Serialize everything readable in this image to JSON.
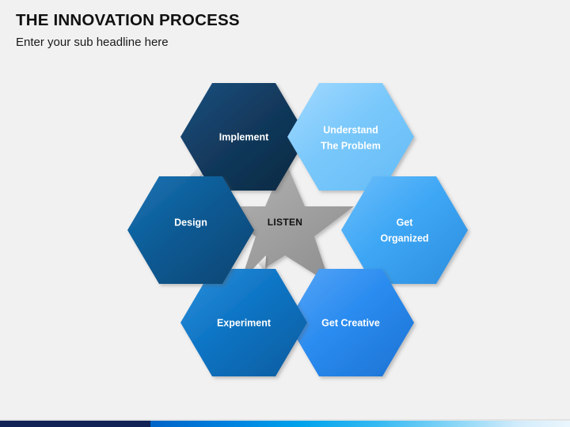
{
  "header": {
    "title": "THE INNOVATION PROCESS",
    "subtitle": "Enter your sub headline here"
  },
  "diagram": {
    "center": {
      "label": "LISTEN",
      "shape": "six-pointed-star",
      "fill": "#a6a6a6",
      "text_color": "#111111"
    },
    "nodes": [
      {
        "id": "implement",
        "label": "Implement",
        "lines": [
          "Implement"
        ],
        "color": "#123a5e",
        "color_light": "#1d5080",
        "color_dark": "#0c2841",
        "position": "top-left"
      },
      {
        "id": "understand-the-problem",
        "label": "Understand The Problem",
        "lines": [
          "Understand",
          "The Problem"
        ],
        "color": "#7ac8fb",
        "color_light": "#a3daff",
        "color_dark": "#57b4ee",
        "position": "top-right"
      },
      {
        "id": "get-organized",
        "label": "Get Organized",
        "lines": [
          "Get",
          "Organized"
        ],
        "color": "#3ea7f5",
        "color_light": "#6dbefa",
        "color_dark": "#2b8ddd",
        "position": "right"
      },
      {
        "id": "get-creative",
        "label": "Get Creative",
        "lines": [
          "Get Creative"
        ],
        "color": "#2b8cf0",
        "color_light": "#57a6f6",
        "color_dark": "#1b72d2",
        "position": "bottom-right"
      },
      {
        "id": "experiment",
        "label": "Experiment",
        "lines": [
          "Experiment"
        ],
        "color": "#0d74c4",
        "color_light": "#2c90dc",
        "color_dark": "#0a5c9e",
        "position": "bottom-left"
      },
      {
        "id": "design",
        "label": "Design",
        "lines": [
          "Design"
        ],
        "color": "#0a5a94",
        "color_light": "#1b74b4",
        "color_dark": "#074571",
        "position": "left"
      }
    ],
    "arrows": [
      {
        "id": "arrow-understand-to-organized",
        "from": "understand-the-problem",
        "to": "get-organized"
      },
      {
        "id": "arrow-organized-to-creative",
        "from": "get-organized",
        "to": "get-creative"
      },
      {
        "id": "arrow-creative-to-experiment",
        "from": "get-creative",
        "to": "experiment"
      },
      {
        "id": "arrow-experiment-to-center",
        "from": "experiment",
        "to": "center"
      },
      {
        "id": "arrow-center-to-design",
        "from": "center",
        "to": "design"
      },
      {
        "id": "arrow-design-to-implement",
        "from": "design",
        "to": "implement"
      },
      {
        "id": "arrow-implement-to-understand",
        "from": "implement",
        "to": "understand-the-problem"
      }
    ]
  },
  "footer": {
    "accent_navy": "#112257",
    "accent_blue": "#0063c6",
    "accent_cyan": "#00a3ec"
  }
}
